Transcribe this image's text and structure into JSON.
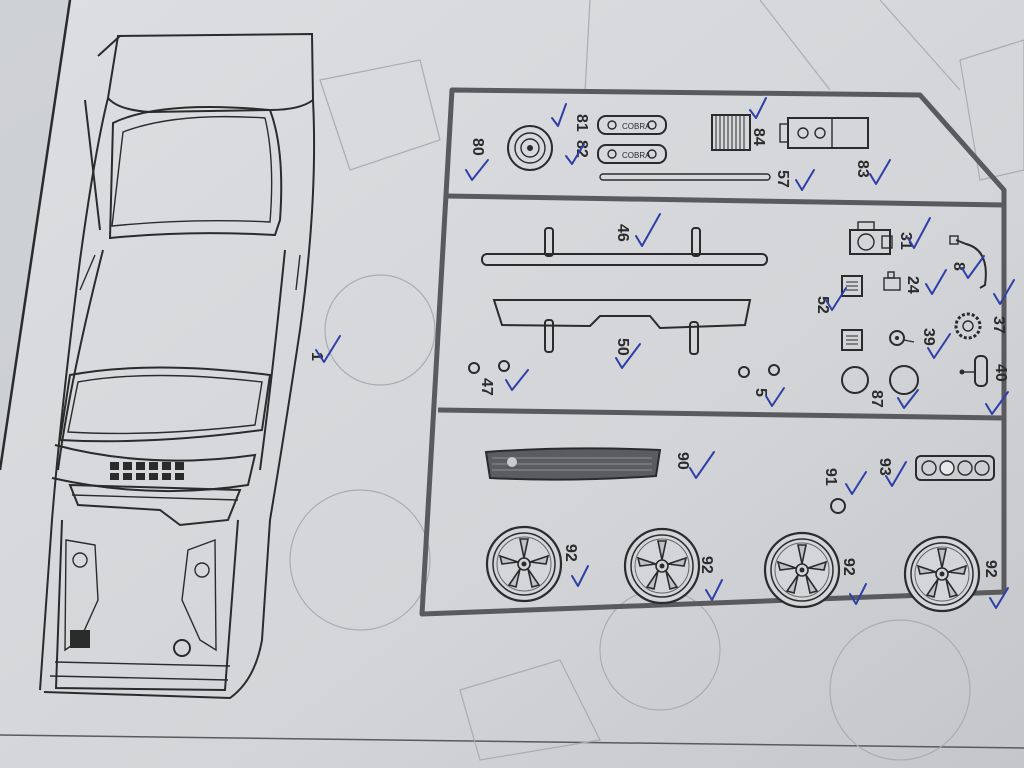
{
  "sheet": {
    "colors": {
      "paper": "#d6d8db",
      "ink": "#2b2b2b",
      "check_mark": "#2f3fa8",
      "frame": "#5a5a5e"
    }
  },
  "car_body": {
    "part_number": "1",
    "checked": true
  },
  "panel_top": {
    "parts": [
      {
        "number": "80",
        "name": "wheel-disc",
        "checked": true
      },
      {
        "number": "81",
        "name": "cobra-badge",
        "badge_text": "COBRA",
        "checked": true
      },
      {
        "number": "82",
        "name": "cobra-badge",
        "badge_text": "COBRA",
        "checked": true
      },
      {
        "number": "84",
        "name": "grille-plate",
        "checked": true
      },
      {
        "number": "83",
        "name": "bracket-plate",
        "checked": true
      },
      {
        "number": "57",
        "name": "rod",
        "checked": true
      }
    ]
  },
  "panel_middle": {
    "parts": [
      {
        "number": "46",
        "name": "bumper-bar",
        "checked": true
      },
      {
        "number": "50",
        "name": "rear-bumper-bar",
        "checked": true
      },
      {
        "number": "47",
        "name": "small-rings",
        "checked": true
      },
      {
        "number": "5",
        "name": "small-rings",
        "checked": true
      },
      {
        "number": "31",
        "name": "engine-block",
        "checked": true
      },
      {
        "number": "8",
        "name": "hook-cable",
        "checked": true
      },
      {
        "number": "24",
        "name": "small-clip",
        "checked": true
      },
      {
        "number": "52",
        "name": "vent-square",
        "checked": true
      },
      {
        "number": "37",
        "name": "gear-disc",
        "checked": true
      },
      {
        "number": "39",
        "name": "knob",
        "checked": true
      },
      {
        "number": "87",
        "name": "large-rings",
        "checked": true
      },
      {
        "number": "40",
        "name": "lever",
        "checked": true
      }
    ]
  },
  "panel_bottom": {
    "parts": [
      {
        "number": "90",
        "name": "grille",
        "checked": true
      },
      {
        "number": "91",
        "name": "small-ring",
        "checked": true
      },
      {
        "number": "93",
        "name": "light-bar",
        "checked": true
      },
      {
        "number": "92",
        "name": "wheel",
        "checked": true
      },
      {
        "number": "92",
        "name": "wheel",
        "checked": true
      },
      {
        "number": "92",
        "name": "wheel",
        "checked": true
      },
      {
        "number": "92",
        "name": "wheel",
        "checked": true
      }
    ]
  }
}
